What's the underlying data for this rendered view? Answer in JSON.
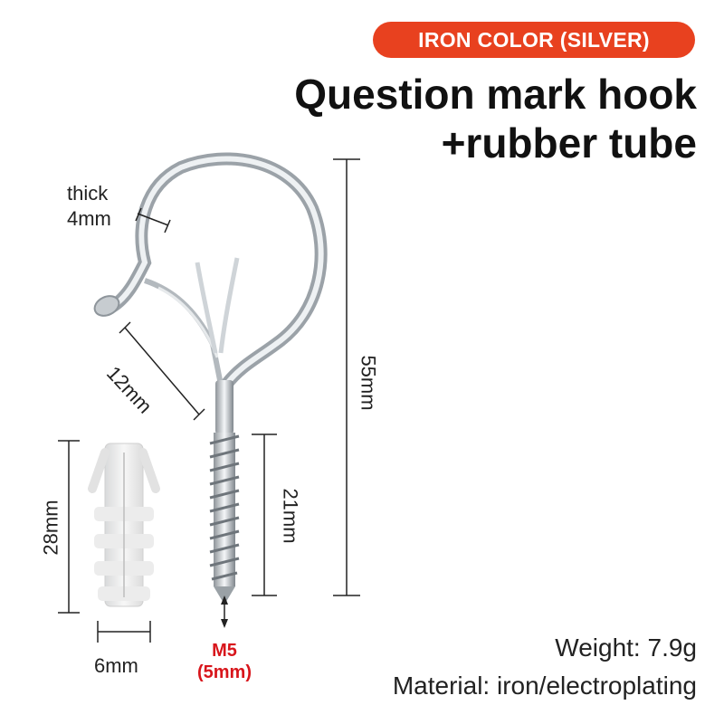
{
  "badge": {
    "text": "IRON COLOR (SILVER)",
    "color": "#e8411f"
  },
  "title": {
    "line1": "Question mark hook",
    "line2": "+rubber tube"
  },
  "dimensions": {
    "thick_label": "thick",
    "thick_value": "4mm",
    "opening": "12mm",
    "total_length": "55mm",
    "thread_length": "21mm",
    "tube_length": "28mm",
    "tube_diameter": "6mm"
  },
  "screw": {
    "size": "M5",
    "size_mm": "(5mm)",
    "color": "#d8151b"
  },
  "specs": {
    "weight": "Weight: 7.9g",
    "material": "Material: iron/electroplating"
  }
}
